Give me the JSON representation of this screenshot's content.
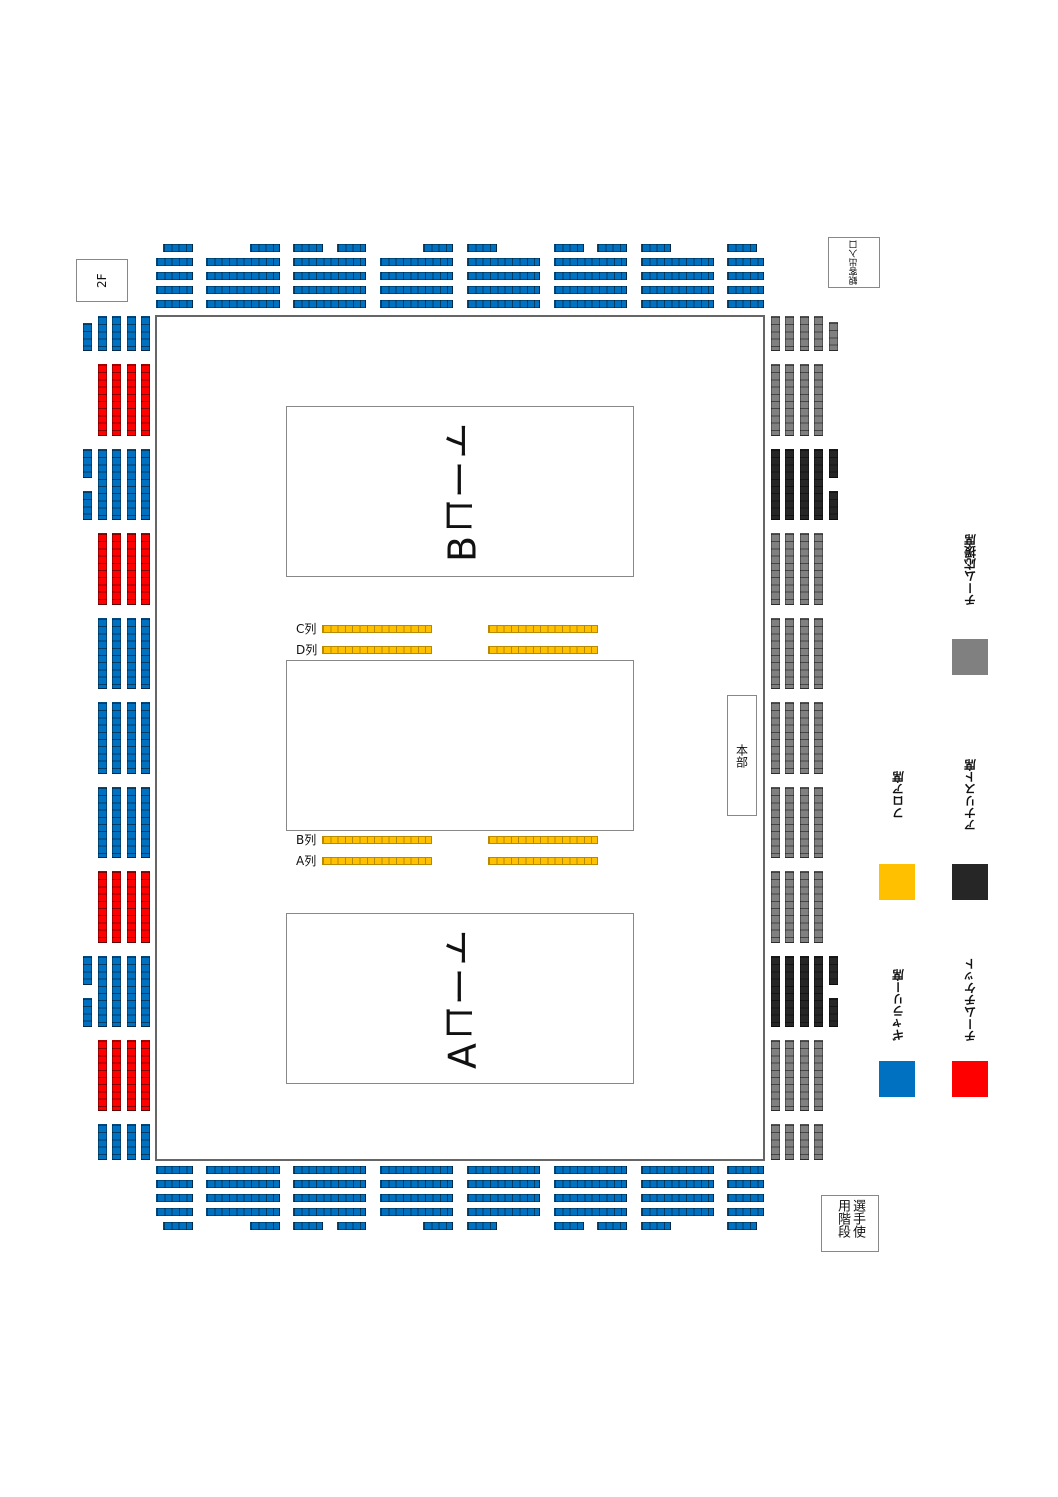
{
  "title": "座席表",
  "colors": {
    "gallery": "#0070c0",
    "team_ticket": "#ff0000",
    "floor": "#ffc000",
    "analyst": "#262626",
    "team_support": "#808080"
  },
  "labels": {
    "floor_level": "2F",
    "audience_entrance": "観客出入口",
    "player_stairs": "選手使用階段",
    "headquarters": "本部",
    "court_b": "Bコート",
    "court_a": "Aコート",
    "row_c": "C列",
    "row_d": "D列",
    "row_b": "B列",
    "row_a": "A列"
  },
  "legend": [
    {
      "key": "gallery",
      "label": "ギャラリー席",
      "color": "#0070c0"
    },
    {
      "key": "team_ticket",
      "label": "チームチケット",
      "color": "#ff0000"
    },
    {
      "key": "floor",
      "label": "フロア席",
      "color": "#ffc000"
    },
    {
      "key": "analyst",
      "label": "アナリスト席",
      "color": "#262626"
    },
    {
      "key": "team_support",
      "label": "チーム応援席",
      "color": "#808080"
    }
  ],
  "left_sections": [
    "gallery",
    "team_ticket",
    "gallery",
    "team_ticket",
    "gallery",
    "gallery",
    "gallery",
    "team_ticket",
    "gallery",
    "team_ticket",
    "gallery"
  ],
  "right_sections": [
    "team_support",
    "team_support",
    "analyst",
    "team_support",
    "team_support",
    "team_support",
    "team_support",
    "team_support",
    "analyst",
    "team_support",
    "team_support"
  ]
}
